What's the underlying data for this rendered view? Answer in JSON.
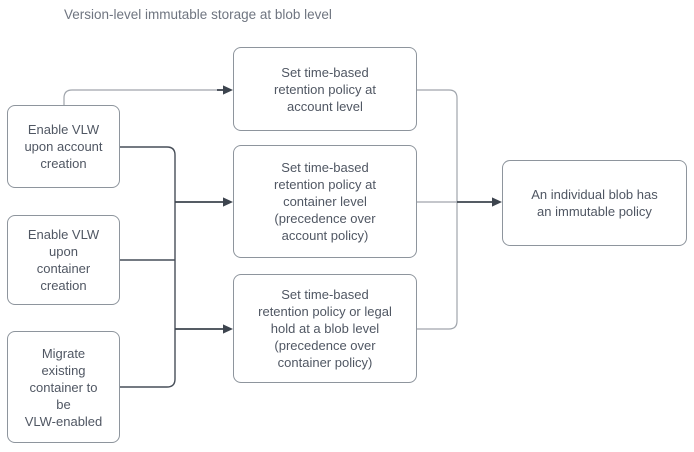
{
  "title": "Version-level immutable storage at blob level",
  "colors": {
    "background": "#ffffff",
    "box_fill": "#ffffff",
    "box_border": "#8e959d",
    "box_text": "#505763",
    "title_text": "#6f7580",
    "edge_light": "#a0a5ac",
    "edge_dark": "#474e58",
    "arrow": "#3d444e"
  },
  "nodes": {
    "enable_vlw_account": {
      "label": "Enable VLW\nupon account\ncreation"
    },
    "enable_vlw_container": {
      "label": "Enable VLW\nupon\ncontainer\ncreation"
    },
    "migrate_existing": {
      "label": "Migrate\nexisting\ncontainer to\nbe\nVLW-enabled"
    },
    "retention_account": {
      "label": "Set time-based\nretention policy at\naccount level"
    },
    "retention_container": {
      "label": "Set time-based\nretention policy at\ncontainer level\n(precedence over\naccount policy)"
    },
    "retention_blob": {
      "label": "Set time-based\nretention policy or legal\nhold at a blob level\n(precedence over\ncontainer policy)"
    },
    "blob_immutable": {
      "label": "An individual blob has\nan immutable policy"
    }
  }
}
